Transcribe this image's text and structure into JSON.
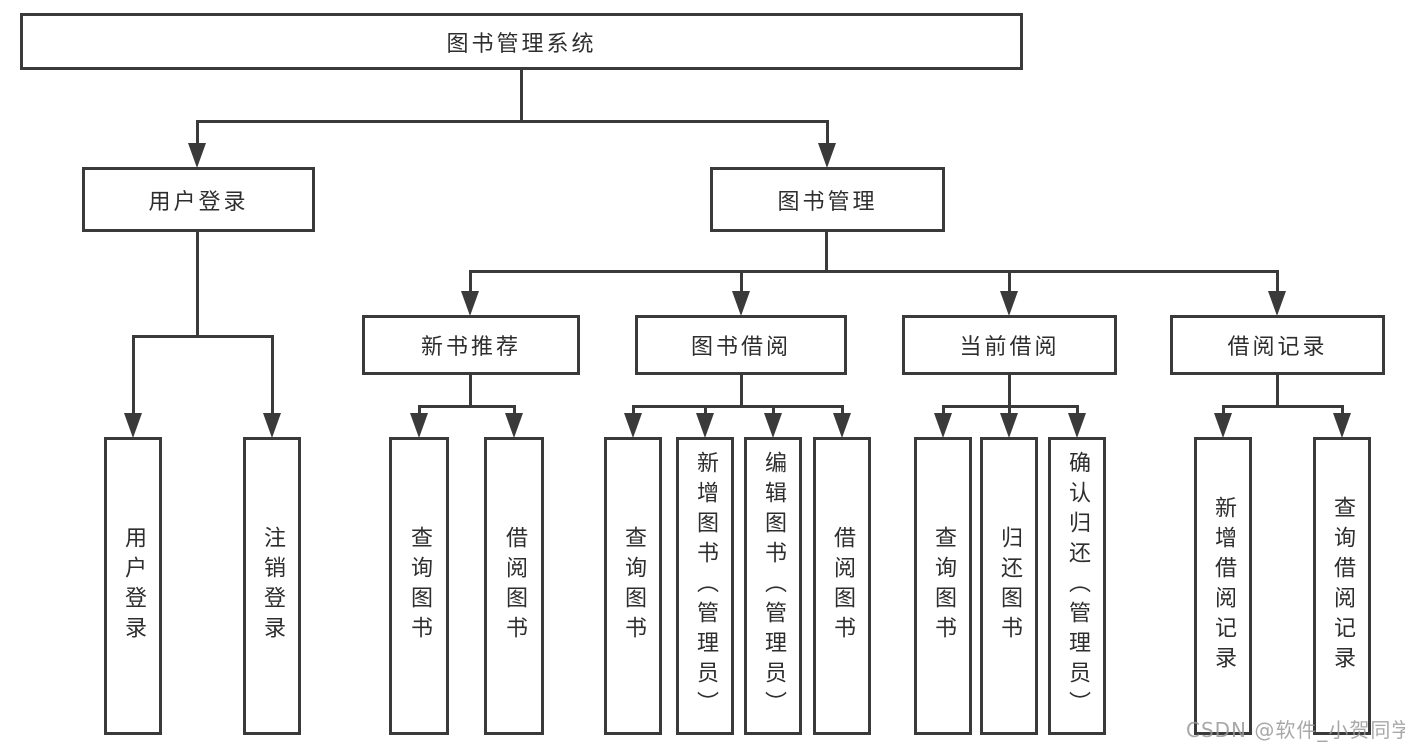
{
  "diagram_title": "图书管理系统",
  "nodes": {
    "root": "图书管理系统",
    "user_login": "用户登录",
    "book_management": "图书管理",
    "new_book_recommend": "新书推荐",
    "book_borrow": "图书借阅",
    "current_borrow": "当前借阅",
    "borrow_record": "借阅记录",
    "leaf_user_login": "用户登录",
    "leaf_logout": "注销登录",
    "leaf_nbr_query_book": "查询图书",
    "leaf_nbr_borrow_book": "借阅图书",
    "leaf_bb_query_book": "查询图书",
    "leaf_bb_add_book": "新增图书（管理员）",
    "leaf_bb_edit_book": "编辑图书（管理员）",
    "leaf_bb_borrow_book": "借阅图书",
    "leaf_cb_query_book": "查询图书",
    "leaf_cb_return_book": "归还图书",
    "leaf_cb_confirm_return": "确认归还（管理员）",
    "leaf_br_add_record": "新增借阅记录",
    "leaf_br_query_record": "查询借阅记录"
  },
  "hierarchy": {
    "图书管理系统": {
      "用户登录": [
        "用户登录",
        "注销登录"
      ],
      "图书管理": {
        "新书推荐": [
          "查询图书",
          "借阅图书"
        ],
        "图书借阅": [
          "查询图书",
          "新增图书（管理员）",
          "编辑图书（管理员）",
          "借阅图书"
        ],
        "当前借阅": [
          "查询图书",
          "归还图书",
          "确认归还（管理员）"
        ],
        "借阅记录": [
          "新增借阅记录",
          "查询借阅记录"
        ]
      }
    }
  },
  "watermark": "CSDN @软件_小贺同学",
  "colors": {
    "line": "#3a3a3a",
    "box_border": "#3a3a3a",
    "text": "#2e2e2e",
    "watermark": "#9a9a9a",
    "background": "#ffffff"
  }
}
